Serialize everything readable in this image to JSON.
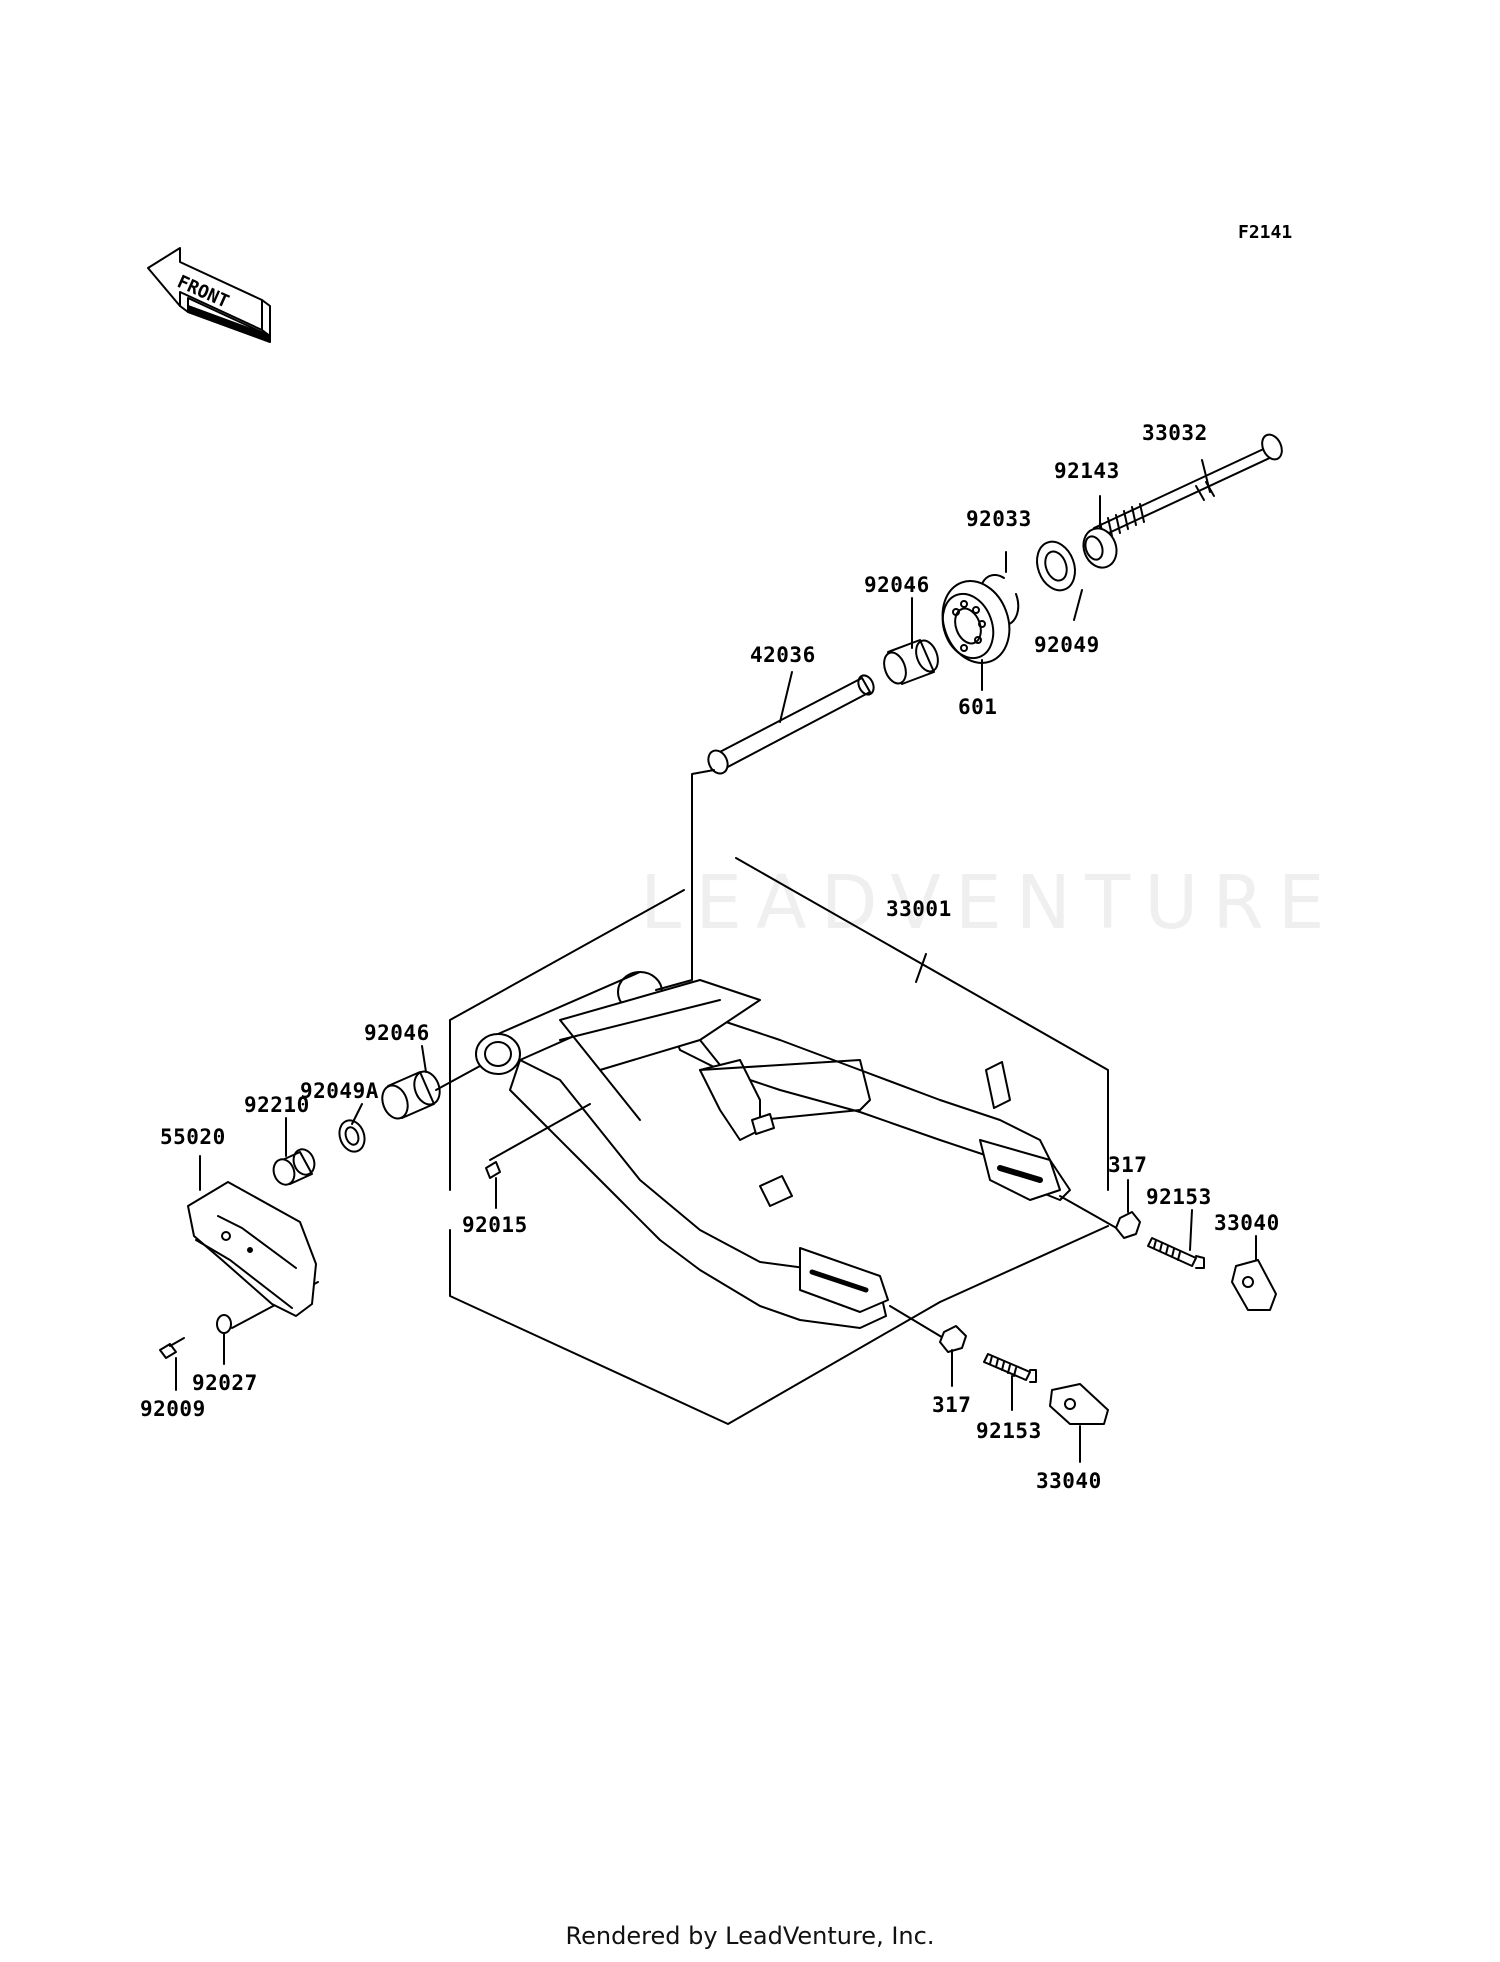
{
  "diagram_code": "F2141",
  "front_label": "FRONT",
  "watermark": "LEADVENTURE",
  "footer": "Rendered by LeadVenture, Inc.",
  "parts": {
    "p33032": "33032",
    "p92143": "92143",
    "p92033": "92033",
    "p92046_top": "92046",
    "p92049": "92049",
    "p601": "601",
    "p42036": "42036",
    "p33001": "33001",
    "p92046_left": "92046",
    "p92049A": "92049A",
    "p92210": "92210",
    "p55020": "55020",
    "p92015": "92015",
    "p317_right": "317",
    "p92153_right": "92153",
    "p33040_right": "33040",
    "p317_bottom": "317",
    "p92153_bottom": "92153",
    "p33040_bottom": "33040",
    "p92027": "92027",
    "p92009": "92009"
  }
}
